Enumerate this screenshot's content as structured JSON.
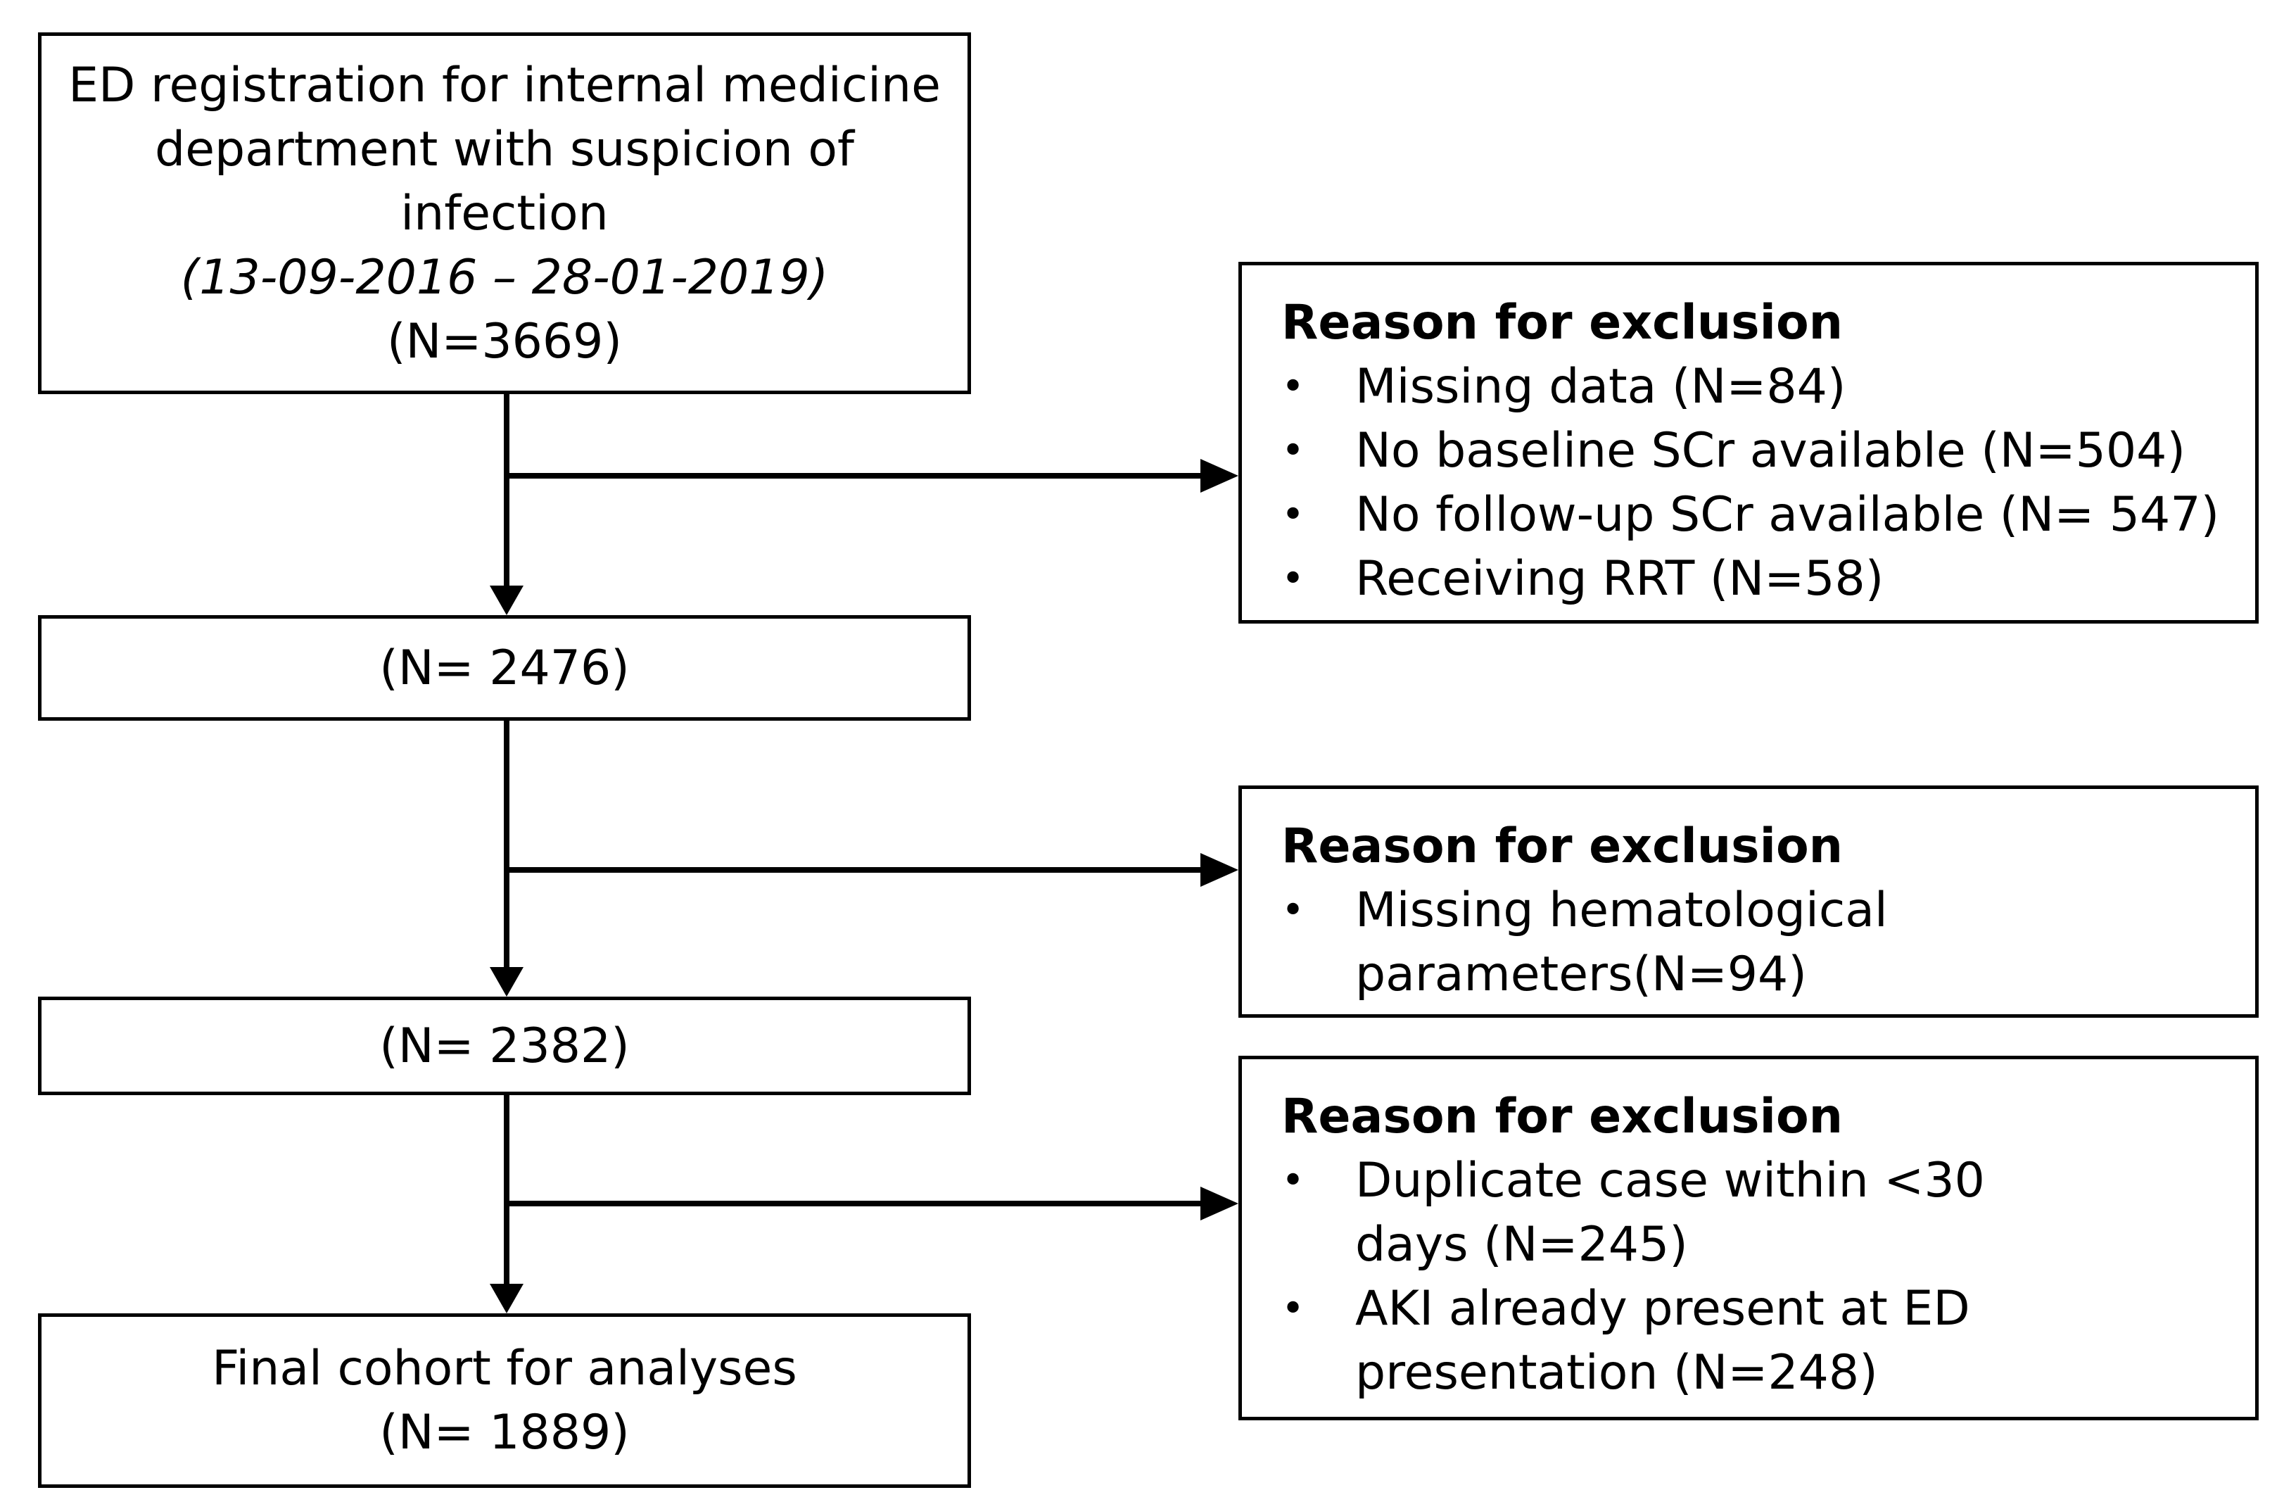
{
  "flow": {
    "step1": {
      "lines": [
        "ED registration for internal medicine",
        "department with suspicion of",
        "infection"
      ],
      "period": "(13-09-2016 – 28-01-2019)",
      "count": "(N=3669)"
    },
    "step2": {
      "count": "(N= 2476)"
    },
    "step3": {
      "count": "(N= 2382)"
    },
    "final": {
      "label": "Final cohort for analyses",
      "count": "(N= 1889)"
    }
  },
  "exclusions": [
    {
      "title": "Reason for exclusion",
      "items": [
        "Missing data (N=84)",
        "No baseline SCr available (N=504)",
        "No follow-up SCr available (N= 547)",
        "Receiving RRT (N=58)"
      ]
    },
    {
      "title": "Reason for exclusion",
      "items": [
        "Missing hematological parameters(N=94)"
      ]
    },
    {
      "title": "Reason for exclusion",
      "items": [
        "Duplicate case within <30 days (N=245)",
        "AKI already present at ED presentation (N=248)"
      ]
    }
  ]
}
